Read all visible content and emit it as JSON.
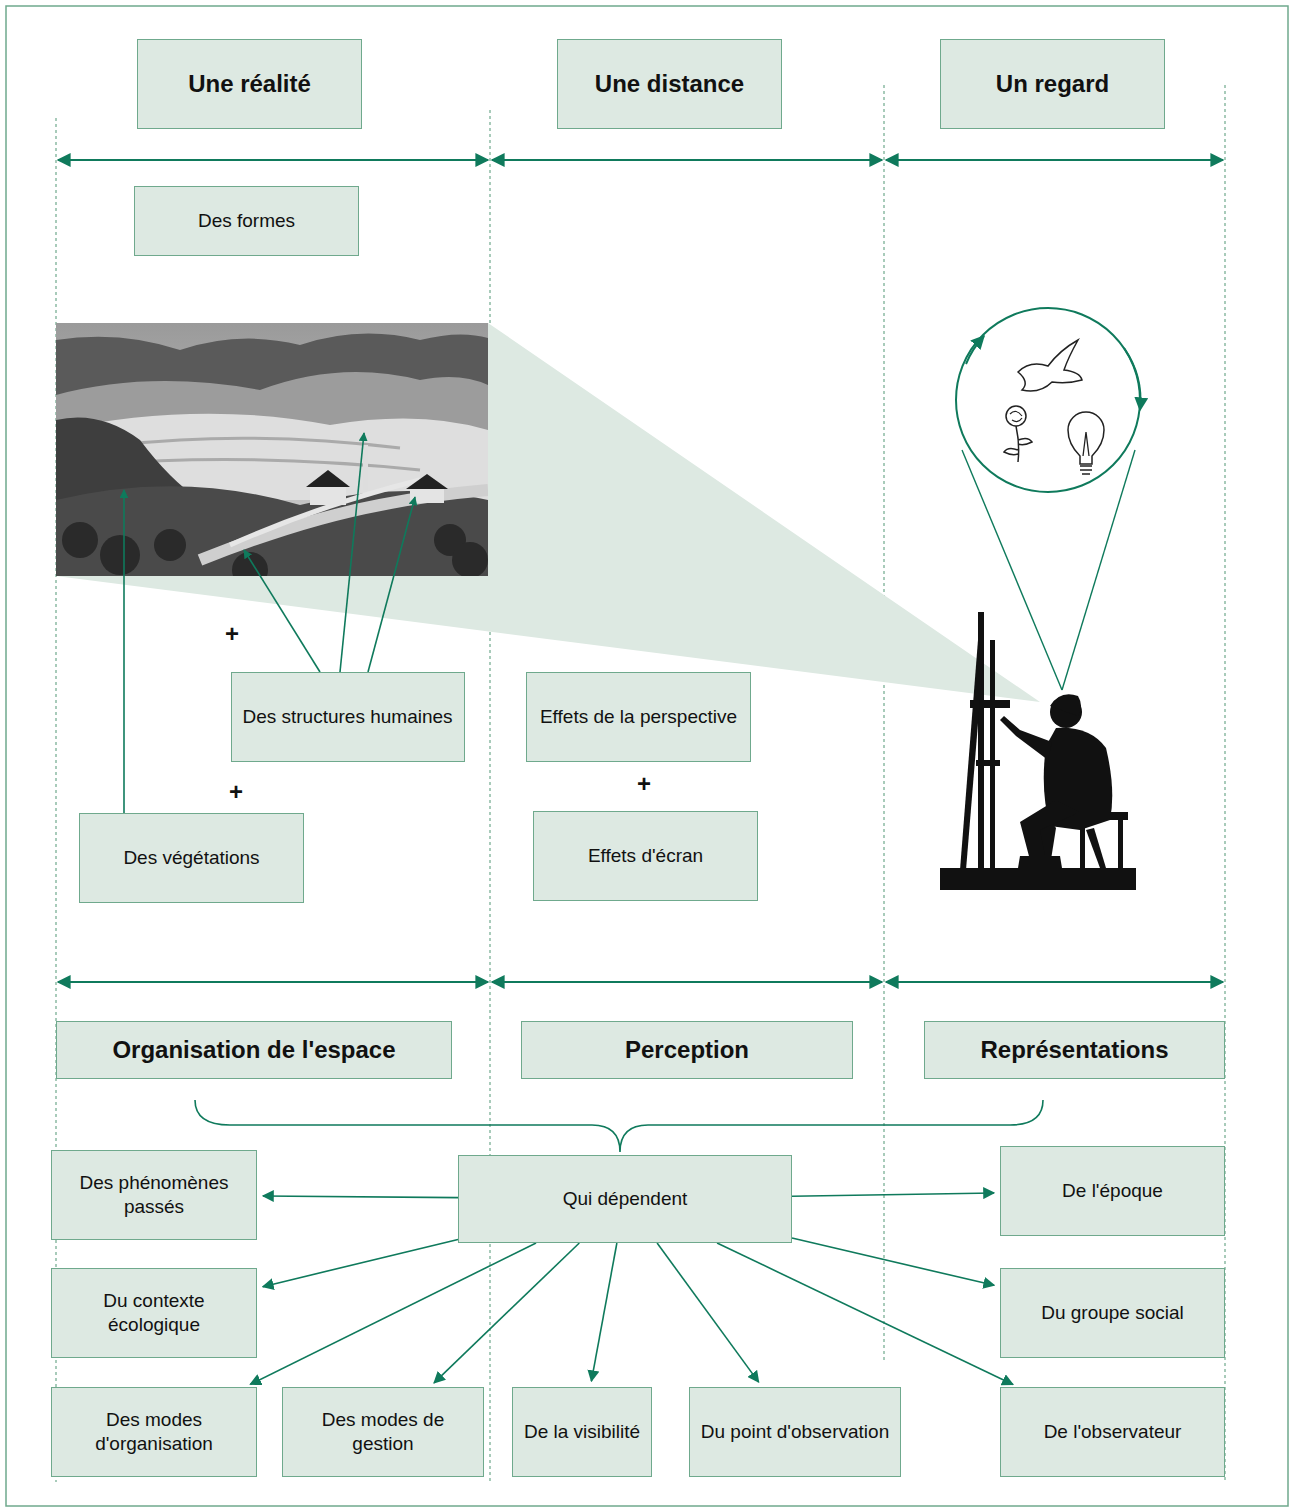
{
  "diagram": {
    "nodes": [
      {
        "text": [
          "Une réalité"
        ]
      },
      {
        "text": [
          "Une distance"
        ]
      },
      {
        "text": [
          "Un regard"
        ]
      },
      {
        "text": [
          "Des formes"
        ]
      },
      {
        "text": [
          "Des structures humaines"
        ]
      },
      {
        "text": [
          "Effets de la perspective"
        ]
      },
      {
        "text": [
          "Des végétations"
        ]
      },
      {
        "text": [
          "Effets d'écran"
        ]
      },
      {
        "text": [
          "Organisation de l'espace"
        ]
      },
      {
        "text": [
          "Perception"
        ]
      },
      {
        "text": [
          "Représentations"
        ]
      },
      {
        "text": [
          "Des phénomènes passés"
        ]
      },
      {
        "text": [
          "Qui dépendent"
        ]
      },
      {
        "text": [
          "De l'époque"
        ]
      },
      {
        "text": [
          "Du contexte écologique"
        ]
      },
      {
        "text": [
          "Du groupe social"
        ]
      },
      {
        "text": [
          "Des modes d'organisation"
        ]
      },
      {
        "text": [
          "Des modes de gestion"
        ]
      },
      {
        "text": [
          "De la visibilité"
        ]
      },
      {
        "text": [
          "Du point d'observation"
        ]
      },
      {
        "text": [
          "De l'observateur"
        ]
      }
    ],
    "edges": [
      {
        "from": 12,
        "to": 11,
        "arrow": "to"
      },
      {
        "from": 12,
        "to": 14,
        "arrow": "to"
      },
      {
        "from": 12,
        "to": 16,
        "arrow": "to"
      },
      {
        "from": 12,
        "to": 17,
        "arrow": "to"
      },
      {
        "from": 12,
        "to": 18,
        "arrow": "to"
      },
      {
        "from": 12,
        "to": 19,
        "arrow": "to"
      },
      {
        "from": 12,
        "to": 13,
        "arrow": "to"
      },
      {
        "from": 12,
        "to": 15,
        "arrow": "to"
      },
      {
        "from": 12,
        "to": 20,
        "arrow": "to"
      }
    ],
    "labels": [
      "+",
      "+",
      "+"
    ]
  }
}
